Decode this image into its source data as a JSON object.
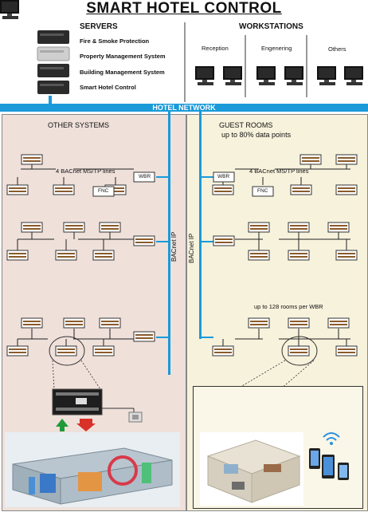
{
  "title": "SMART HOTEL CONTROL",
  "servers": {
    "heading": "SERVERS",
    "items": [
      "Fire & Smoke Protection",
      "Property Management System",
      "Building Management System",
      "Smart Hotel Control"
    ]
  },
  "workstations": {
    "heading": "WORKSTATIONS",
    "groups": [
      "Reception",
      "Engenering",
      "Others"
    ]
  },
  "network": {
    "label": "HOTEL NETWORK"
  },
  "other_systems": {
    "title": "OTHER SYSTEMS",
    "lines_label": "4 BACnet MS/TP lines",
    "wbr": "WBR",
    "fnc": "FNC",
    "bacnet": "BACnet IP"
  },
  "guest_rooms": {
    "title": "GUEST ROOMS",
    "subtitle": "up to 80% data points",
    "lines_label": "4 BACnet MS/TP lines",
    "wbr": "WBR",
    "fnc": "FNC",
    "bacnet": "BACnet IP",
    "rooms_note": "up to 128 rooms per WBR"
  },
  "colors": {
    "network": "#1a9ad9",
    "other_bg": "#efe0da",
    "guest_bg": "#f7f2dc",
    "arrow_green": "#1f9a3a",
    "arrow_red": "#d8312a"
  }
}
